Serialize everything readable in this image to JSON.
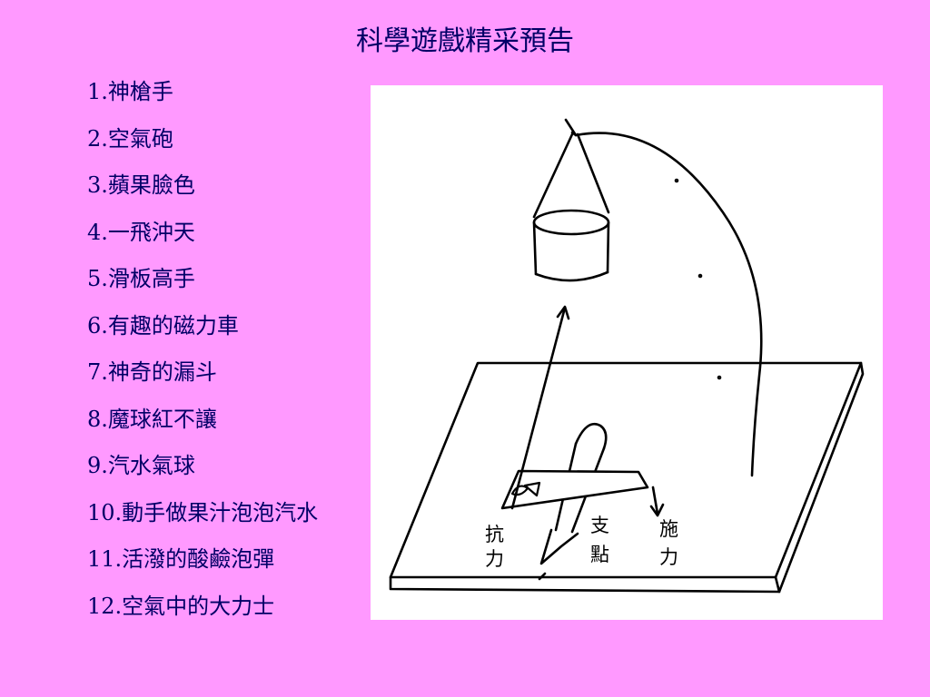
{
  "slide": {
    "title": "科學遊戲精采預告",
    "items": [
      "1.神槍手",
      "2.空氣砲",
      "3.蘋果臉色",
      "4.一飛沖天",
      "5.滑板高手",
      "6.有趣的磁力車",
      "7.神奇的漏斗",
      "8.魔球紅不讓",
      "9.汽水氣球",
      "10.動手做果汁泡泡汽水",
      "11.活潑的酸鹼泡彈",
      "12.空氣中的大力士"
    ]
  },
  "figure": {
    "label_resistance": [
      "抗",
      "力"
    ],
    "label_fulcrum": [
      "支",
      "點"
    ],
    "label_effort": [
      "施",
      "力"
    ]
  }
}
